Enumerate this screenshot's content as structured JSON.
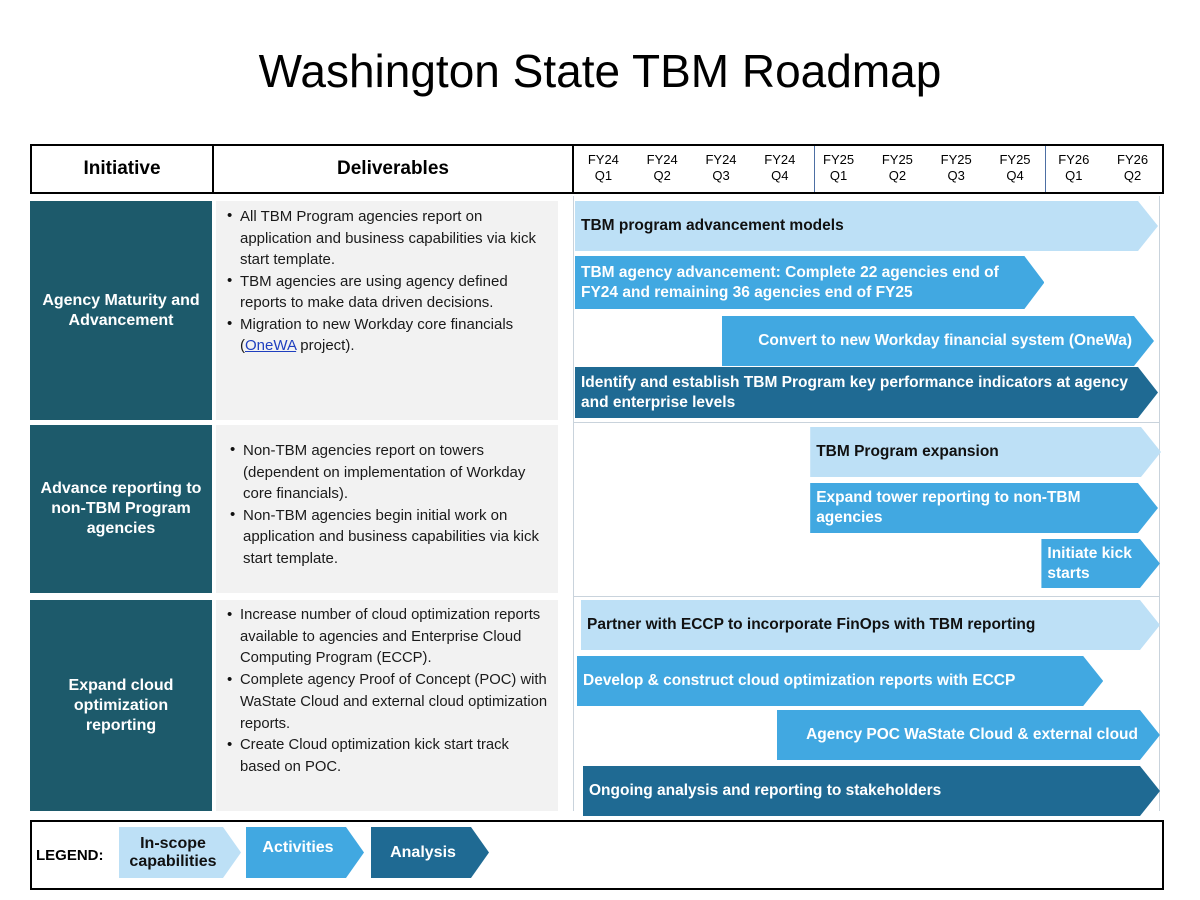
{
  "title": "Washington State TBM Roadmap",
  "headers": {
    "initiative": "Initiative",
    "deliverables": "Deliverables"
  },
  "quarters": [
    {
      "fy": "FY24",
      "q": "Q1"
    },
    {
      "fy": "FY24",
      "q": "Q2"
    },
    {
      "fy": "FY24",
      "q": "Q3"
    },
    {
      "fy": "FY24",
      "q": "Q4"
    },
    {
      "fy": "FY25",
      "q": "Q1"
    },
    {
      "fy": "FY25",
      "q": "Q2"
    },
    {
      "fy": "FY25",
      "q": "Q3"
    },
    {
      "fy": "FY25",
      "q": "Q4"
    },
    {
      "fy": "FY26",
      "q": "Q1"
    },
    {
      "fy": "FY26",
      "q": "Q2"
    }
  ],
  "sections": [
    {
      "initiative": "Agency Maturity and Advancement",
      "deliverables": [
        "All TBM Program agencies report on application and business capabilities via kick start template.",
        "TBM agencies are using agency defined reports to make data driven decisions."
      ],
      "deliverable_link": {
        "prefix": "Migration to new Workday core financials (",
        "link_text": "OneWA",
        "suffix": " project)."
      },
      "bars": [
        {
          "label": "TBM program advancement models",
          "kind": "inscope",
          "start": 0,
          "end": 10
        },
        {
          "label": "TBM agency advancement: Complete 22 agencies end of FY24 and remaining 36 agencies end of FY25",
          "kind": "activity",
          "start": 0,
          "end": 8
        },
        {
          "label": "Convert to new Workday financial system (OneWa)",
          "kind": "activity",
          "start": 2.5,
          "end": 10
        },
        {
          "label": "Identify and establish TBM Program key performance indicators at agency and enterprise levels",
          "kind": "analysis",
          "start": 0,
          "end": 10
        }
      ]
    },
    {
      "initiative": "Advance reporting to non-TBM Program agencies",
      "deliverables": [
        "Non-TBM agencies report on towers (dependent on implementation of Workday core financials).",
        "Non-TBM agencies begin initial work on application and business capabilities via kick start template."
      ],
      "bars": [
        {
          "label": "TBM Program expansion",
          "kind": "inscope",
          "start": 4,
          "end": 10
        },
        {
          "label": "Expand tower reporting to non-TBM agencies",
          "kind": "activity",
          "start": 4,
          "end": 10
        },
        {
          "label": "Initiate kick starts",
          "kind": "activity",
          "start": 8,
          "end": 10
        }
      ]
    },
    {
      "initiative": "Expand cloud optimization reporting",
      "deliverables": [
        "Increase number of cloud optimization reports available to agencies and Enterprise Cloud Computing Program (ECCP).",
        "Complete agency Proof of Concept (POC) with WaState Cloud and external cloud optimization reports.",
        "Create Cloud optimization kick start track based on POC."
      ],
      "bars": [
        {
          "label": "Partner with ECCP to incorporate FinOps with TBM reporting",
          "kind": "inscope",
          "start": 0,
          "end": 10
        },
        {
          "label": "Develop & construct cloud optimization reports with ECCP",
          "kind": "activity",
          "start": 0,
          "end": 9
        },
        {
          "label": "Agency POC WaState Cloud & external cloud",
          "kind": "activity",
          "start": 3.4,
          "end": 10
        },
        {
          "label": "Ongoing analysis and reporting to stakeholders",
          "kind": "analysis",
          "start": 0,
          "end": 10
        }
      ]
    }
  ],
  "legend": {
    "label": "LEGEND:",
    "items": [
      {
        "label": "In-scope capabilities",
        "kind": "inscope"
      },
      {
        "label": "Activities",
        "kind": "activity"
      },
      {
        "label": "Analysis",
        "kind": "analysis"
      }
    ]
  },
  "colors": {
    "inscope": "#bde0f6",
    "activity": "#41a8e1",
    "analysis": "#1f6a93",
    "initiative": "#1d5a6b"
  }
}
